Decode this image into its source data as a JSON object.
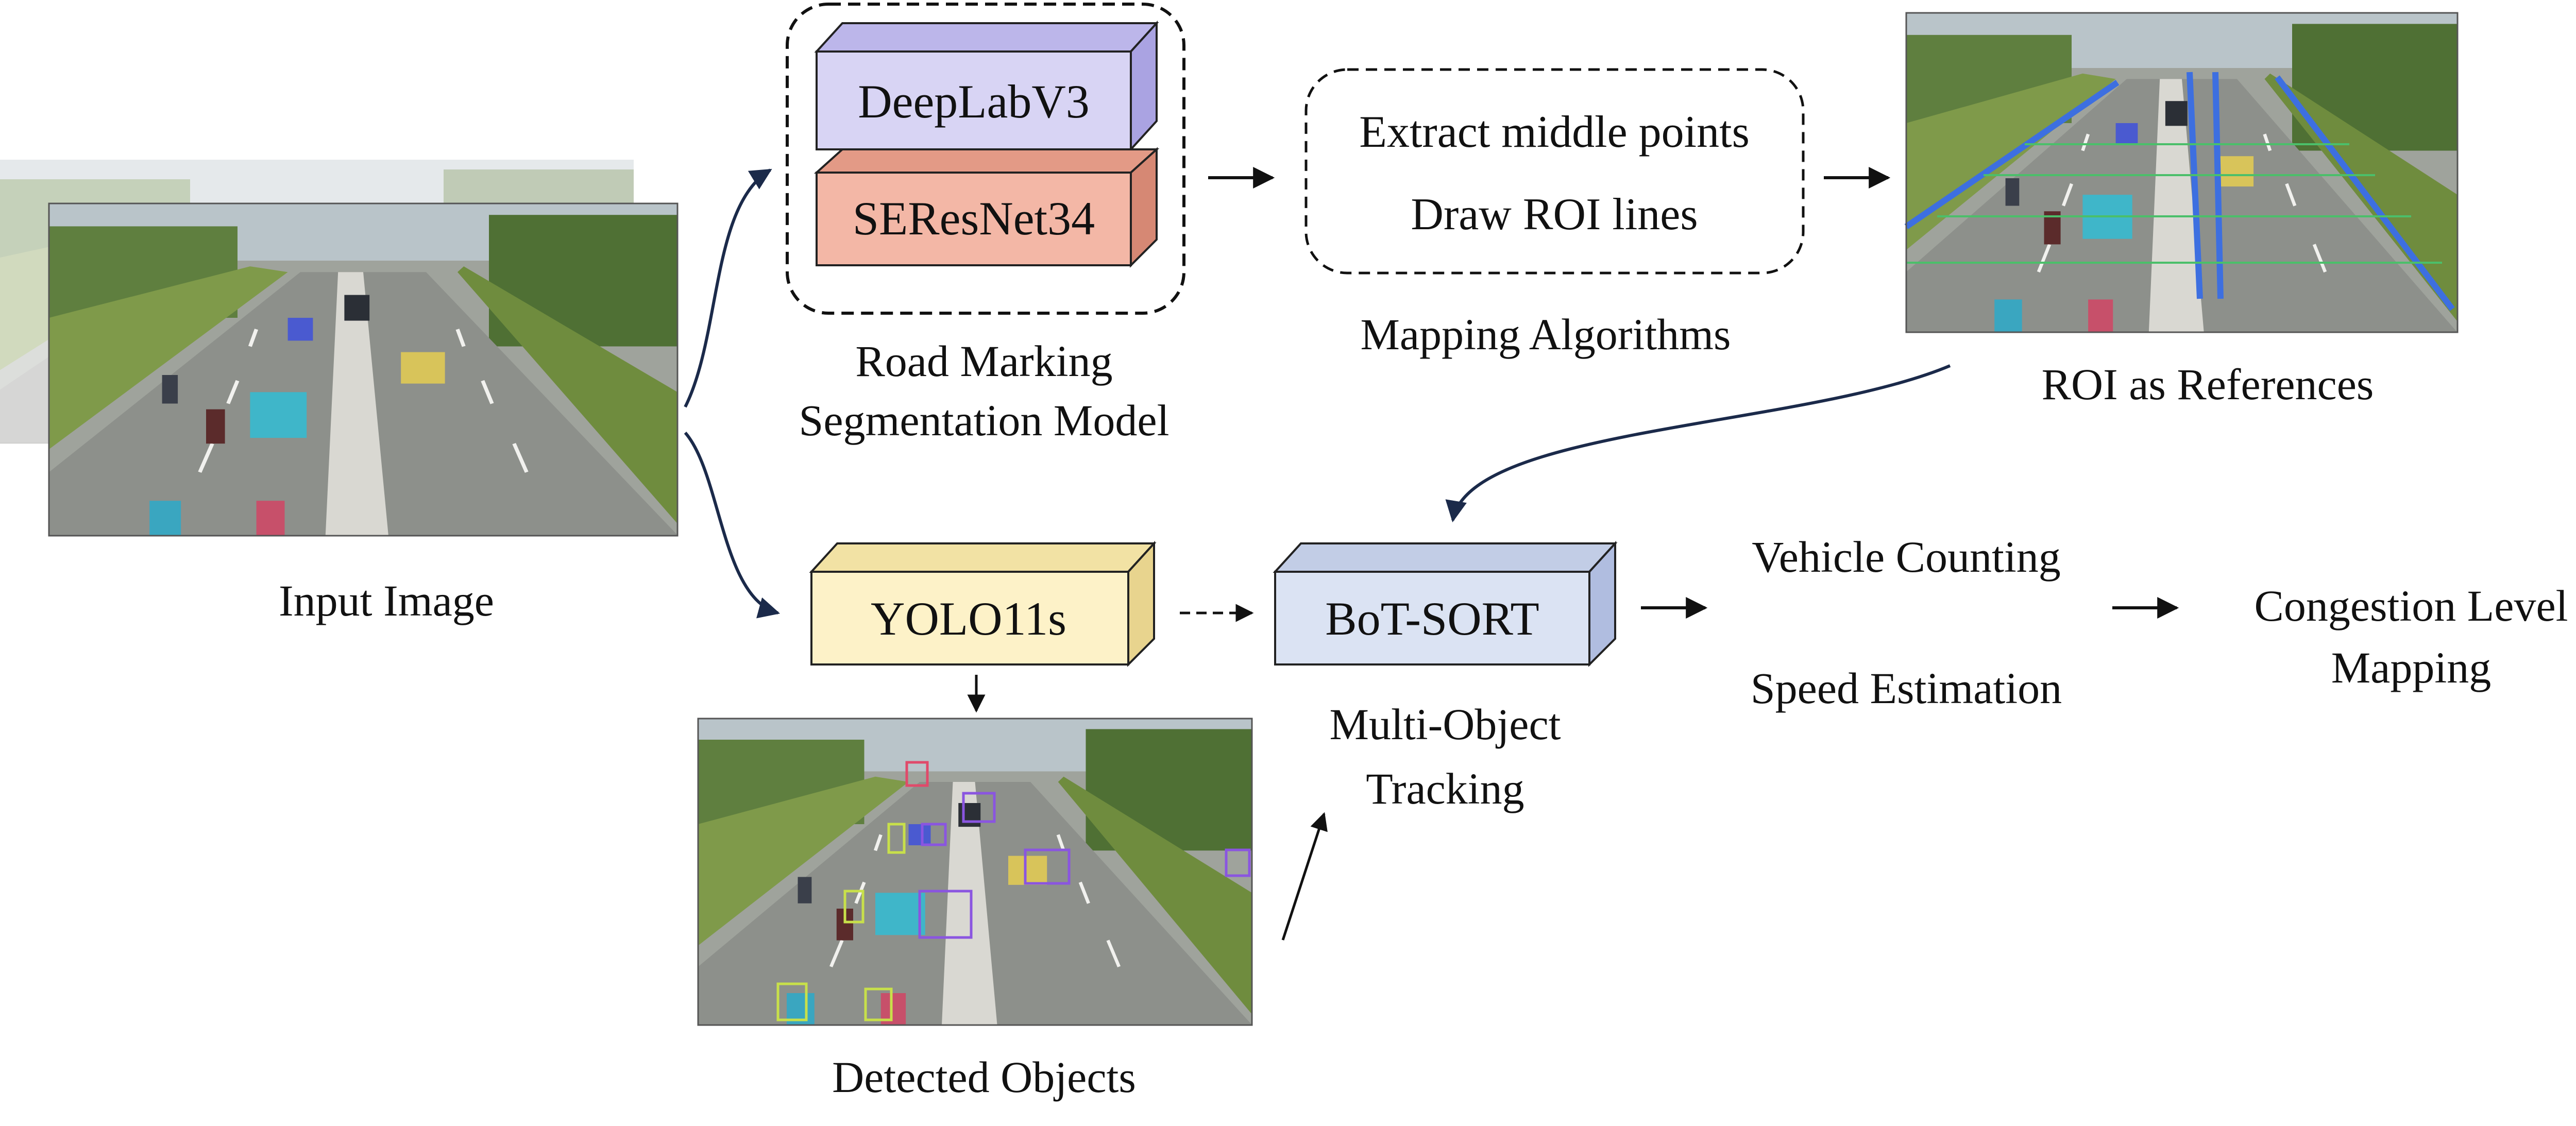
{
  "seg_model": {
    "top_box": "DeepLabV3",
    "bottom_box": "SEResNet34",
    "caption_line1": "Road Marking",
    "caption_line2": "Segmentation Model"
  },
  "mapping": {
    "line1": "Extract middle points",
    "line2": "Draw ROI lines",
    "caption": "Mapping Algorithms"
  },
  "roi_caption": "ROI as References",
  "input_caption": "Input Image",
  "detector": {
    "label": "YOLO11s"
  },
  "detected_caption": "Detected Objects",
  "tracker": {
    "label": "BoT-SORT",
    "caption_line1": "Multi-Object",
    "caption_line2": "Tracking"
  },
  "outputs": {
    "counting": "Vehicle Counting",
    "speed": "Speed Estimation"
  },
  "congestion": {
    "line1": "Congestion Level",
    "line2": "Mapping"
  },
  "colors": {
    "deeplab_face": "#d8d4f4",
    "deeplab_side": "#bcb6ea",
    "seresnet_face": "#f3b7a6",
    "seresnet_side": "#e39a86",
    "yolo_face": "#fdf2c8",
    "yolo_side": "#f2e2a4",
    "botsort_face": "#dbe3f3",
    "botsort_side": "#c2cde6",
    "curve_arrow": "#1b2a4a",
    "roi_line_blue": "#3d6fe0",
    "roi_line_green": "#4bbf6a",
    "bbox_purple": "#8a55e0",
    "bbox_yellow": "#c8e04a"
  }
}
